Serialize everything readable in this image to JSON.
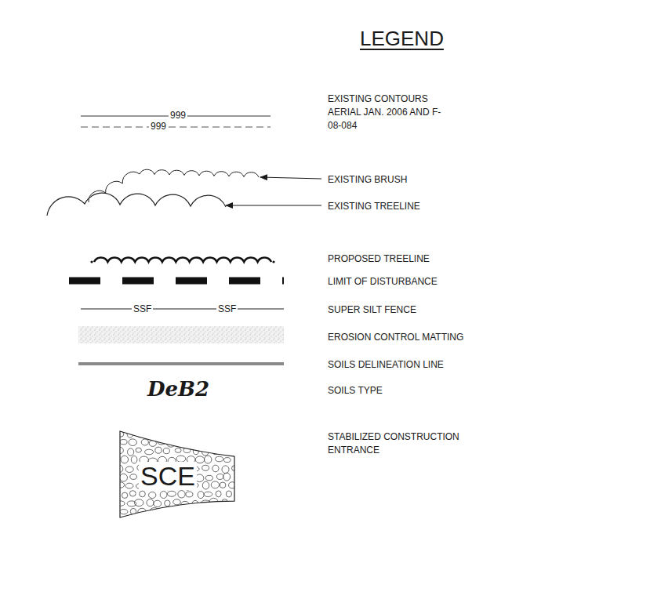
{
  "diagram": {
    "title": "LEGEND",
    "nodes": [
      {
        "text": [
          "SCE"
        ]
      }
    ],
    "labels": [
      "999",
      "999",
      "SSF",
      "SSF",
      "DeB2"
    ],
    "legend": [
      {
        "text": "EXISTING CONTOURS AERIAL JAN. 2006 AND F-08-084"
      },
      {
        "text": "EXISTING BRUSH"
      },
      {
        "text": "EXISTING TREELINE"
      },
      {
        "text": "PROPOSED TREELINE"
      },
      {
        "text": "LIMIT OF DISTURBANCE"
      },
      {
        "text": "SUPER SILT FENCE"
      },
      {
        "text": "EROSION CONTROL MATTING"
      },
      {
        "text": "SOILS DELINEATION LINE"
      },
      {
        "text": "SOILS TYPE"
      },
      {
        "text": "STABILIZED CONSTRUCTION ENTRANCE"
      }
    ]
  }
}
